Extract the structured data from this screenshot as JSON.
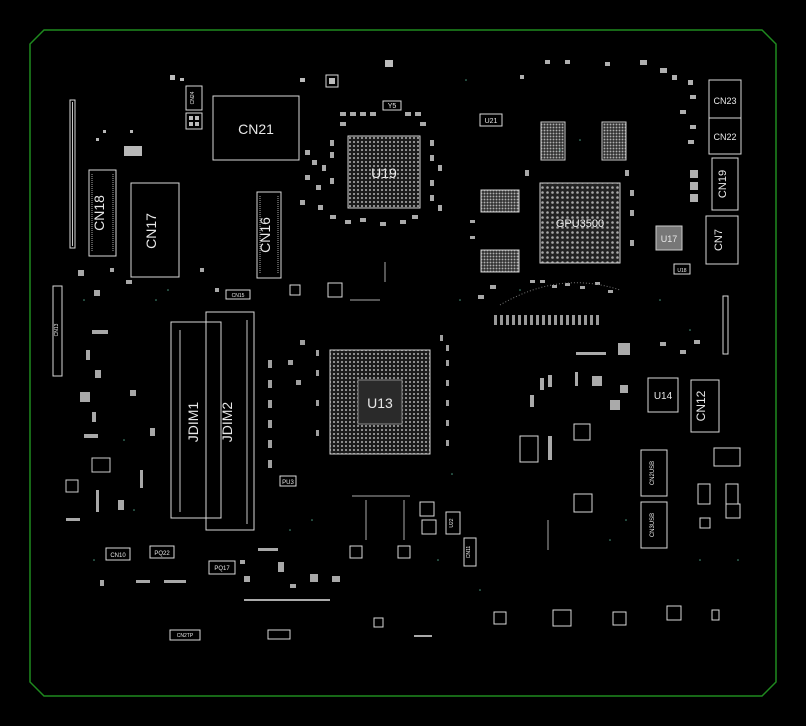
{
  "board": {
    "outline_color": "#1f8a1f",
    "background": "#000000",
    "part_color": "#d8d8d8",
    "pad_color": "#bcbcbc",
    "via_color": "#4a9a80"
  },
  "components": {
    "cn21": "CN21",
    "cn24": "CN24",
    "y5": "Y5",
    "u21": "U21",
    "cn23": "CN23",
    "cn22": "CN22",
    "u19": "U19",
    "cn18": "CN18",
    "cn17": "CN17",
    "cn16": "CN16",
    "cn19": "CN19",
    "gpu": "GPU3500",
    "u17": "U17",
    "u18": "U18",
    "cn7": "CN7",
    "cn15": "CN15",
    "cn13": "CN13",
    "jdim1": "JDIM1",
    "jdim2": "JDIM2",
    "u13": "U13",
    "u14": "U14",
    "cn12": "CN12",
    "pu3": "PU3",
    "cn2usb": "CN2USB",
    "cn3usb": "CN3USB",
    "u22": "U22",
    "cn11": "CN11",
    "cn10": "CN10",
    "pq22": "PQ22",
    "pq17": "PQ17",
    "cn2tp": "CN2TP"
  }
}
